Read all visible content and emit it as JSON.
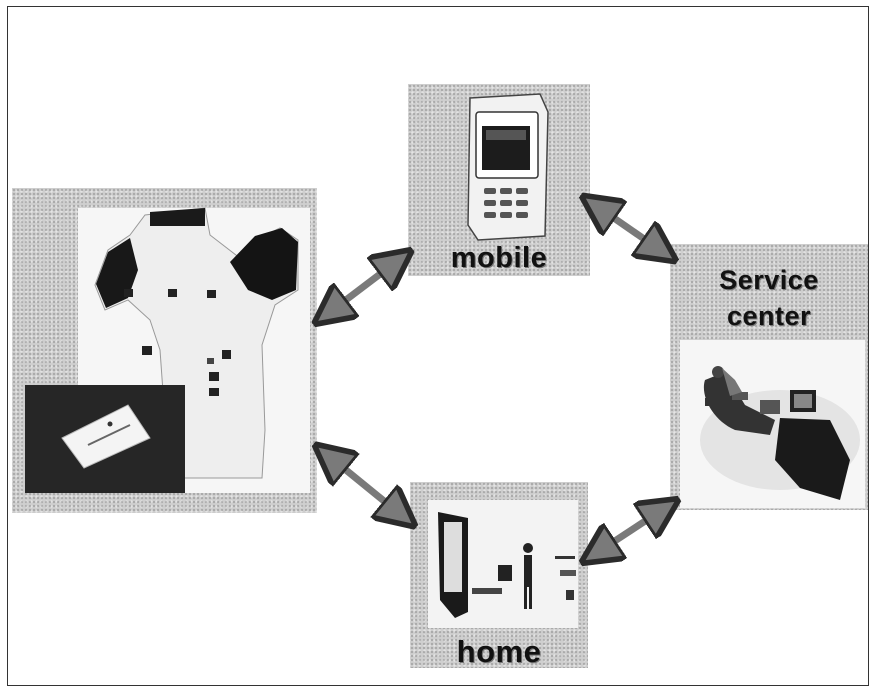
{
  "nodes": {
    "mobile": {
      "label": "mobile"
    },
    "home": {
      "label": "home"
    },
    "service_center": {
      "label_line1": "Service",
      "label_line2": "center"
    }
  },
  "connections": [
    {
      "from": "wearable-vest",
      "to": "mobile",
      "type": "bidirectional"
    },
    {
      "from": "wearable-vest",
      "to": "home",
      "type": "bidirectional"
    },
    {
      "from": "mobile",
      "to": "service_center",
      "type": "bidirectional"
    },
    {
      "from": "home",
      "to": "service_center",
      "type": "bidirectional"
    }
  ],
  "colors": {
    "arrow_fill": "#7a7a7a",
    "arrow_stroke": "#2b2b2b",
    "panel_gray": "#cfcfcf"
  }
}
